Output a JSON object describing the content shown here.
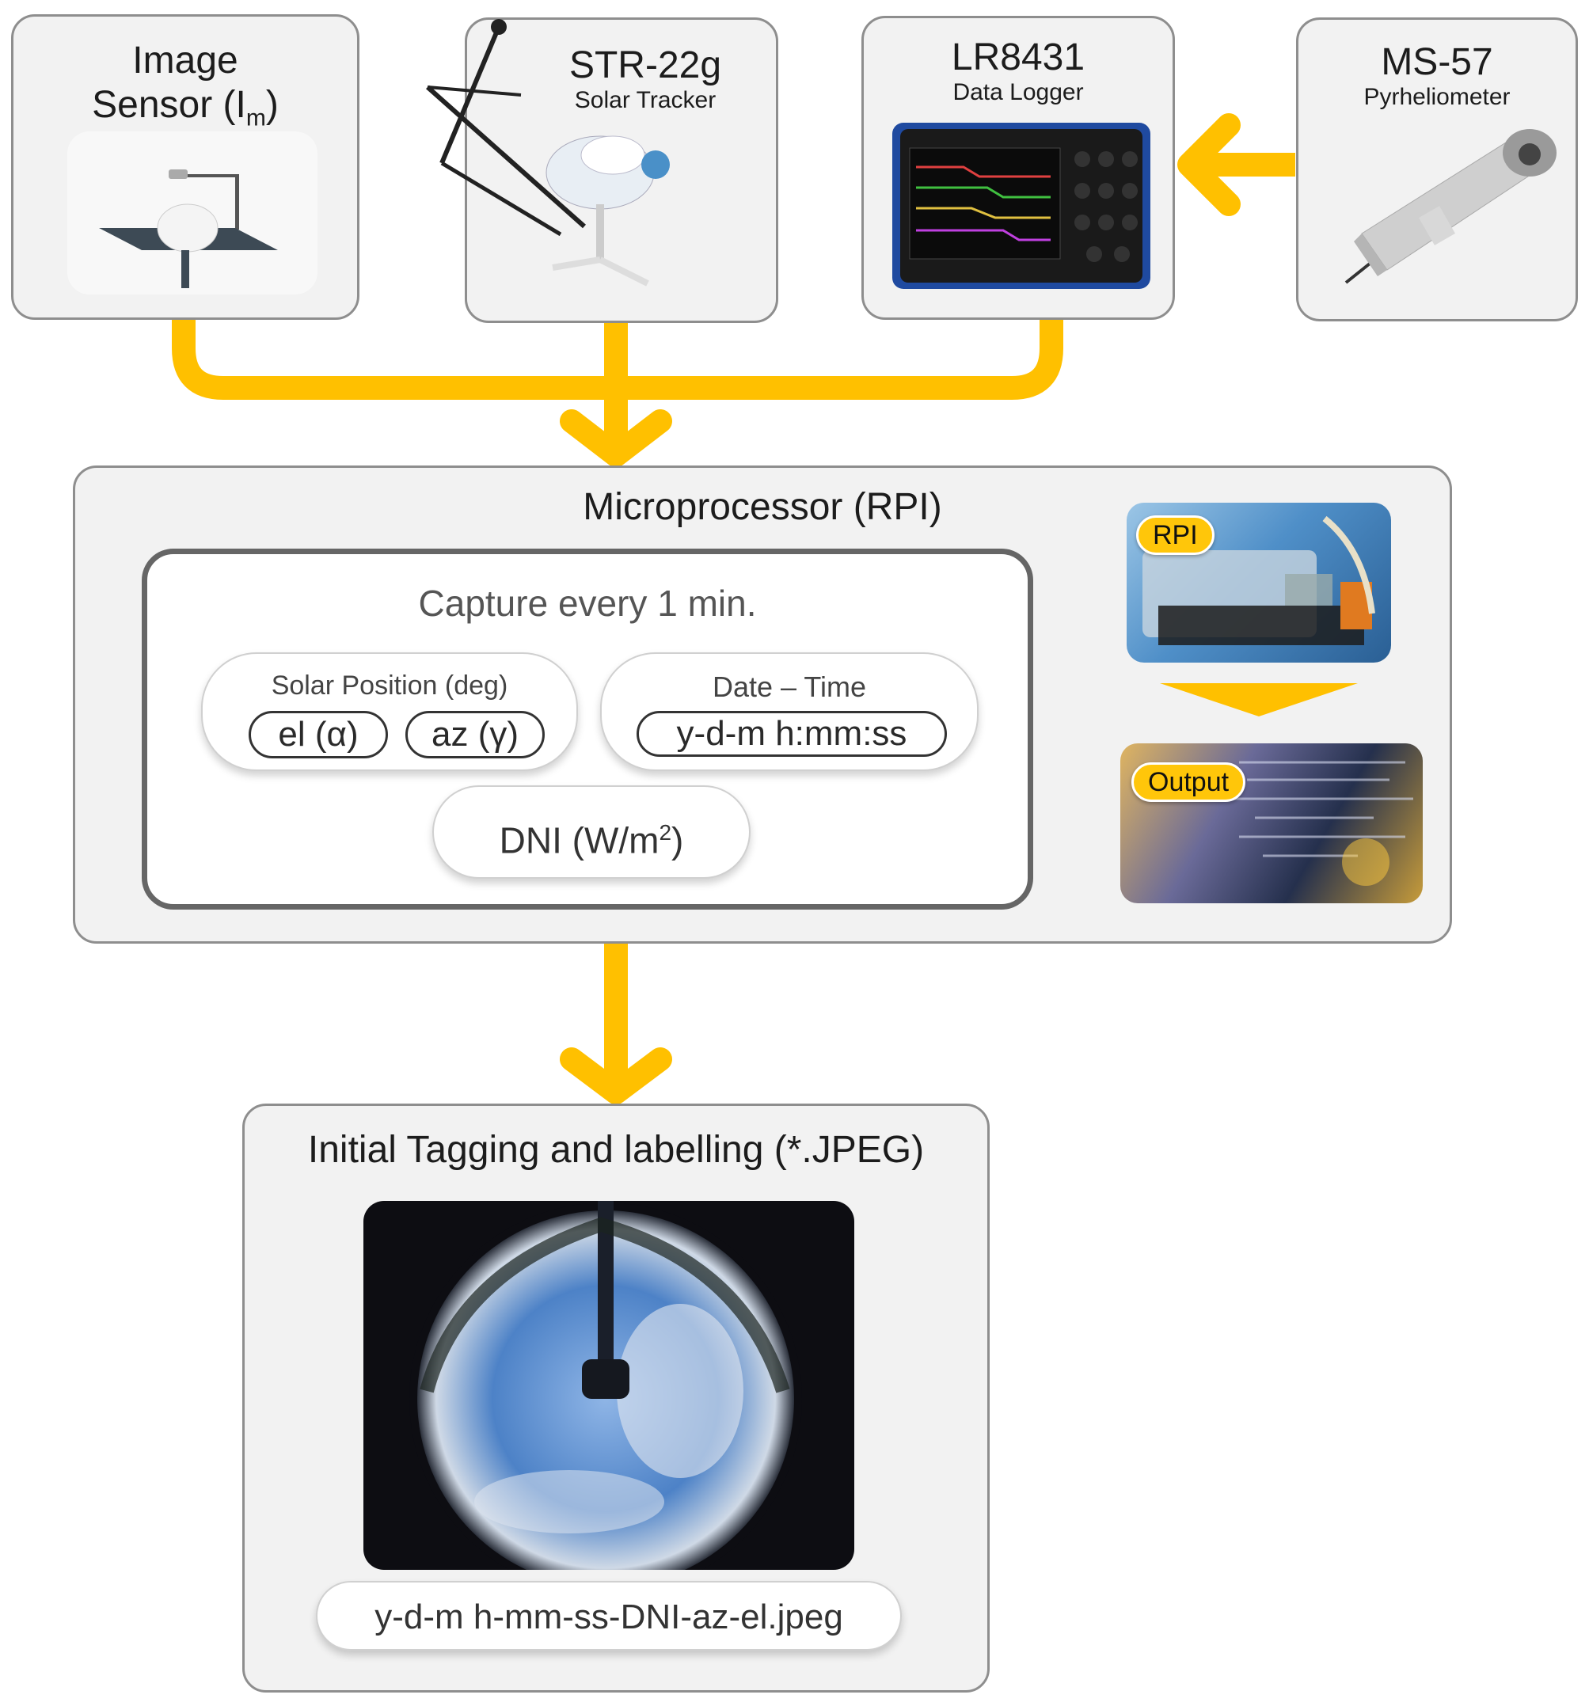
{
  "colors": {
    "arrow": "#ffc000",
    "box_fill": "#f2f2f2",
    "box_border": "#8e8e8e"
  },
  "devices": {
    "image_sensor": {
      "title_line1": "Image",
      "title_line2": "Sensor (I",
      "title_subscript": "m",
      "title_tail": ")"
    },
    "solar_tracker": {
      "title": "STR-22g",
      "subtitle": "Solar Tracker"
    },
    "data_logger": {
      "title": "LR8431",
      "subtitle": "Data Logger"
    },
    "pyrheliometer": {
      "title": "MS-57",
      "subtitle": "Pyrheliometer"
    }
  },
  "microprocessor": {
    "title": "Microprocessor (RPI)",
    "capture": {
      "heading": "Capture every 1 min.",
      "solar_position": {
        "label": "Solar Position (deg)",
        "el": "el (α)",
        "az": "az (γ)"
      },
      "date_time": {
        "label": "Date – Time",
        "format": "y-d-m h:mm:ss"
      },
      "dni": {
        "label": "DNI (W/m",
        "superscript": "2",
        "tail": ")"
      }
    },
    "rpi_badge": "RPI",
    "output_badge": "Output"
  },
  "tagging": {
    "title": "Initial Tagging and labelling (*.JPEG)",
    "filename": "y-d-m h-mm-ss-DNI-az-el.jpeg"
  }
}
